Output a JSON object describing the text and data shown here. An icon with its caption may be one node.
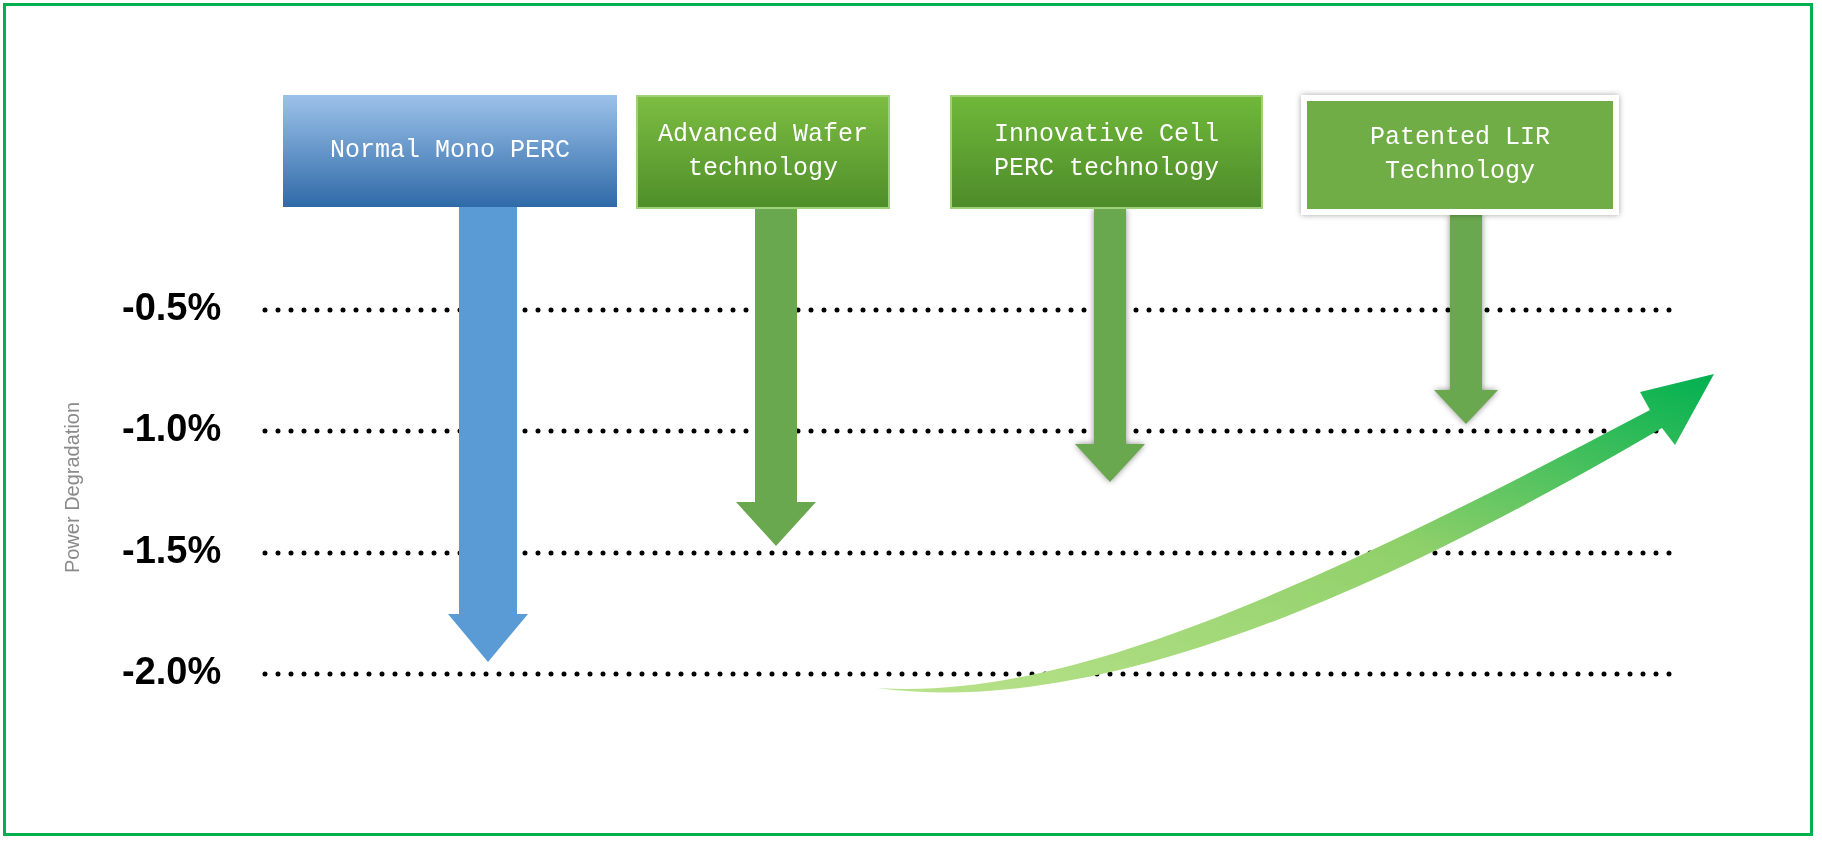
{
  "diagram": {
    "nodes": [
      {
        "text": [
          "Normal Mono PERC"
        ]
      },
      {
        "text": [
          "Advanced Wafer technology"
        ]
      },
      {
        "text": [
          "Innovative Cell PERC technology"
        ]
      },
      {
        "text": [
          "Patented LIR Technology"
        ]
      }
    ],
    "edges": [
      {
        "from": 0,
        "to": null,
        "arrow": "to",
        "style": "thick",
        "color": "#5b9bd5"
      },
      {
        "from": 1,
        "to": null,
        "arrow": "to"
      },
      {
        "from": 2,
        "to": null,
        "arrow": "to"
      },
      {
        "from": 3,
        "to": null,
        "arrow": "to"
      }
    ],
    "labels": [
      "-0.5%",
      "-1.0%",
      "-1.5%",
      "-2.0%",
      "Power Degradation"
    ]
  }
}
